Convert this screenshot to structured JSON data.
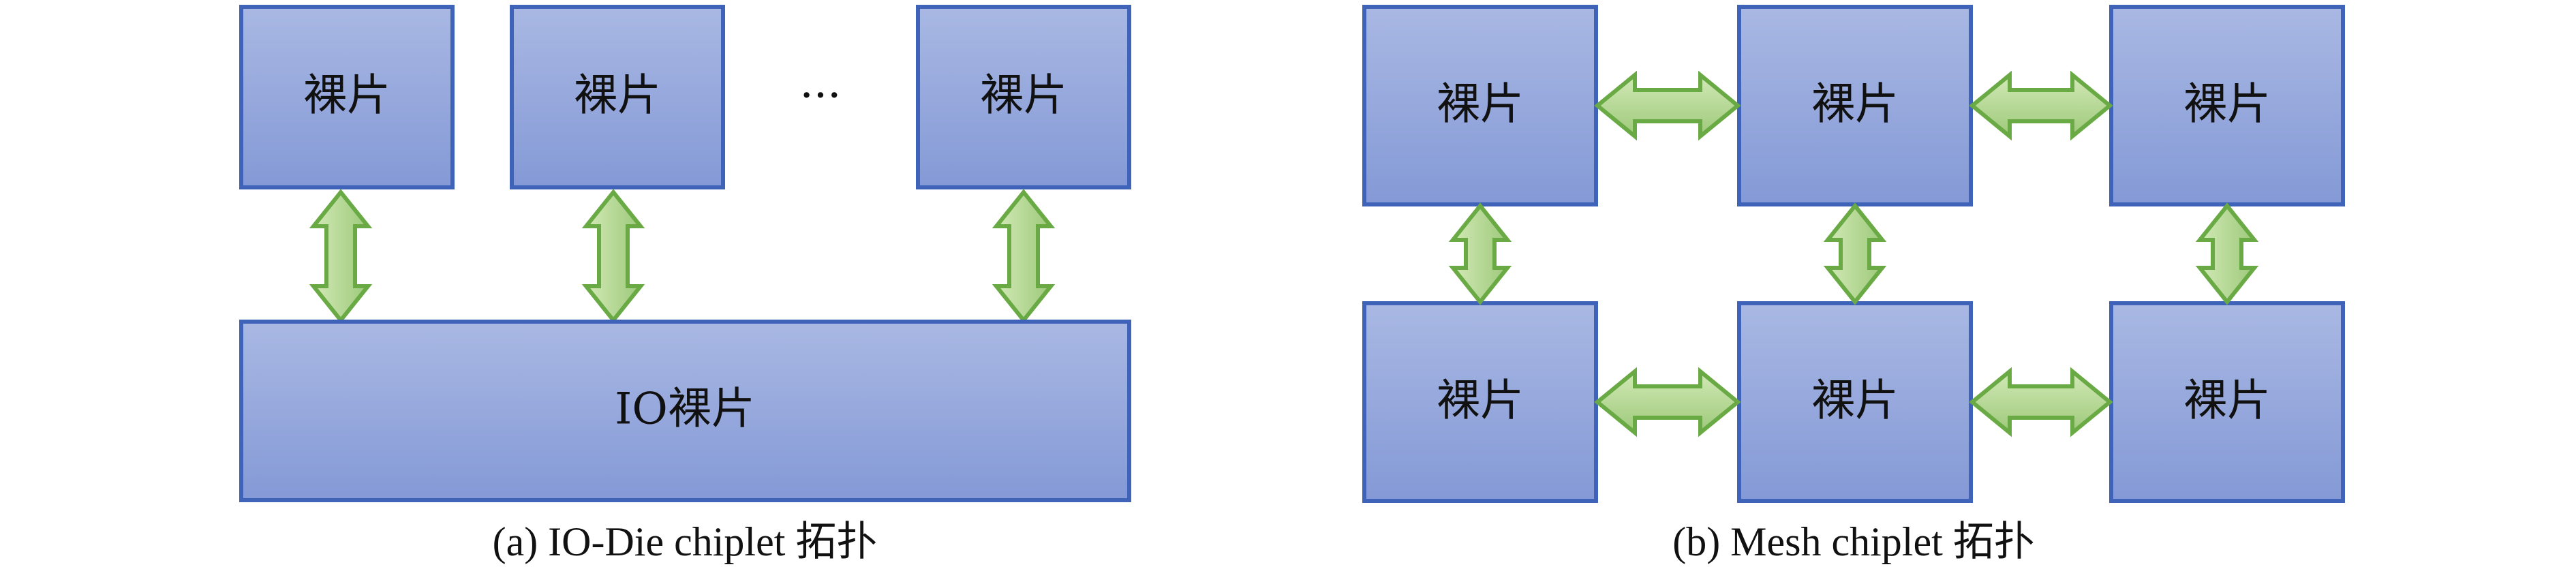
{
  "colors": {
    "box_fill_top": "#a9b8e3",
    "box_fill_bottom": "#8499d6",
    "box_stroke": "#3f63b8",
    "arrow_fill_top": "#d2e9b6",
    "arrow_fill_bottom": "#9dc97a",
    "arrow_stroke": "#6aaa45",
    "text": "#111111"
  },
  "icons": {
    "connector": "double-arrow-icon"
  },
  "diagram_a": {
    "die_label": "裸片",
    "ellipsis": "···",
    "io_die_label": "IO裸片",
    "caption": "(a) IO-Die chiplet 拓扑"
  },
  "diagram_b": {
    "die_label": "裸片",
    "caption": "(b) Mesh chiplet 拓扑"
  }
}
